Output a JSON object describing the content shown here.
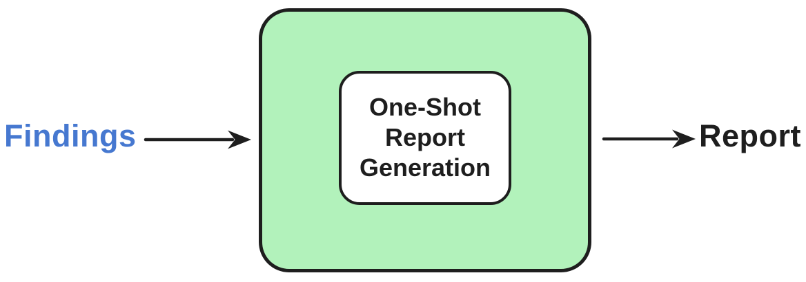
{
  "diagram": {
    "input_label": "Findings",
    "process_label": "One-Shot\nReport\nGeneration",
    "output_label": "Report",
    "colors": {
      "box_fill": "#b2f2bb",
      "stroke": "#1e1e1e",
      "input_text": "#4678d0",
      "dark_text": "#1e1e1e"
    }
  }
}
